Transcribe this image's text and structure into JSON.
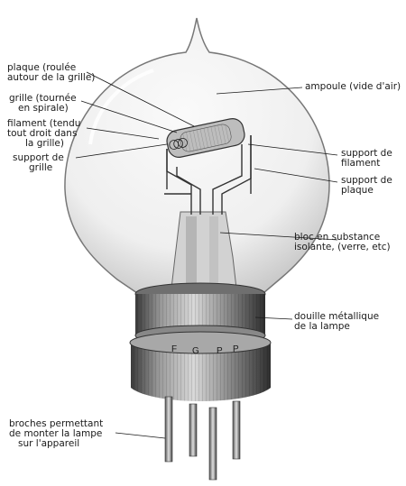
{
  "labels": {
    "plaque": [
      "plaque (roulée",
      "autour de la grille)"
    ],
    "grille": [
      "grille (tournée",
      "en spirale)"
    ],
    "filament": [
      "filament (tendu",
      "tout droit dans",
      "la grille)"
    ],
    "support_grille": [
      "support de",
      "grille"
    ],
    "ampoule": [
      "ampoule (vide d'air)"
    ],
    "support_filament": [
      "support de",
      "filament"
    ],
    "support_plaque": [
      "support de",
      "plaque"
    ],
    "bloc": [
      "bloc en substance",
      "isolante, (verre, etc)"
    ],
    "douille": [
      "douille métallique",
      "de la lampe"
    ],
    "broches": [
      "broches permettant",
      "de monter la lampe",
      "sur l'appareil"
    ]
  },
  "pin_letters": [
    "F",
    "G",
    "P",
    "P"
  ],
  "colors": {
    "ink": "#1a1a1a",
    "glass": "#dcdcdc",
    "metal": "#8a8a8a"
  }
}
